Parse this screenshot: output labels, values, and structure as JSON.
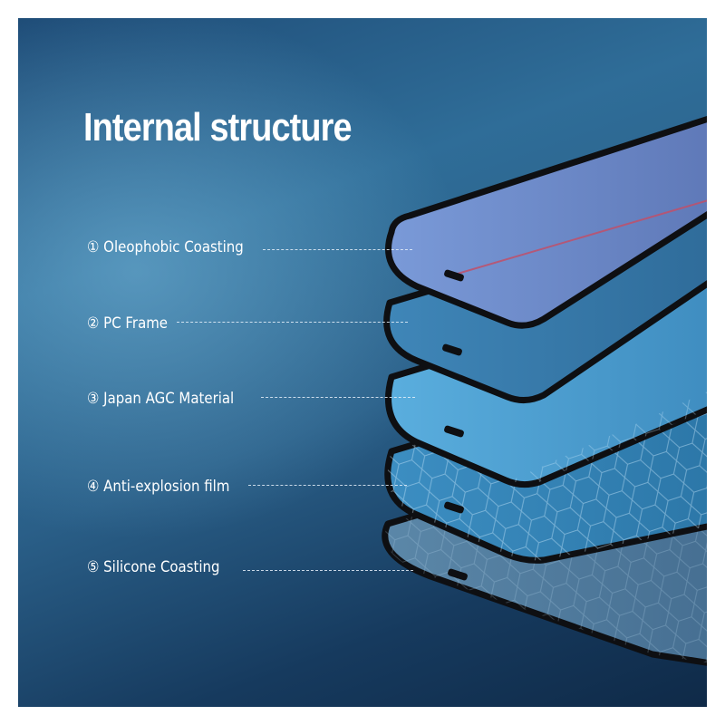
{
  "title": "Internal structure",
  "layers": [
    {
      "number": "①",
      "name": "Oleophobic Coasting"
    },
    {
      "number": "②",
      "name": "PC Frame"
    },
    {
      "number": "③",
      "name": "Japan AGC Material"
    },
    {
      "number": "④",
      "name": "Anti-explosion film"
    },
    {
      "number": "⑤",
      "name": "Silicone Coasting"
    }
  ],
  "colors": {
    "background_light": "#6fb3d8",
    "background_dark": "#12304f",
    "frame": "#0e0f12",
    "text": "#ffffff"
  }
}
